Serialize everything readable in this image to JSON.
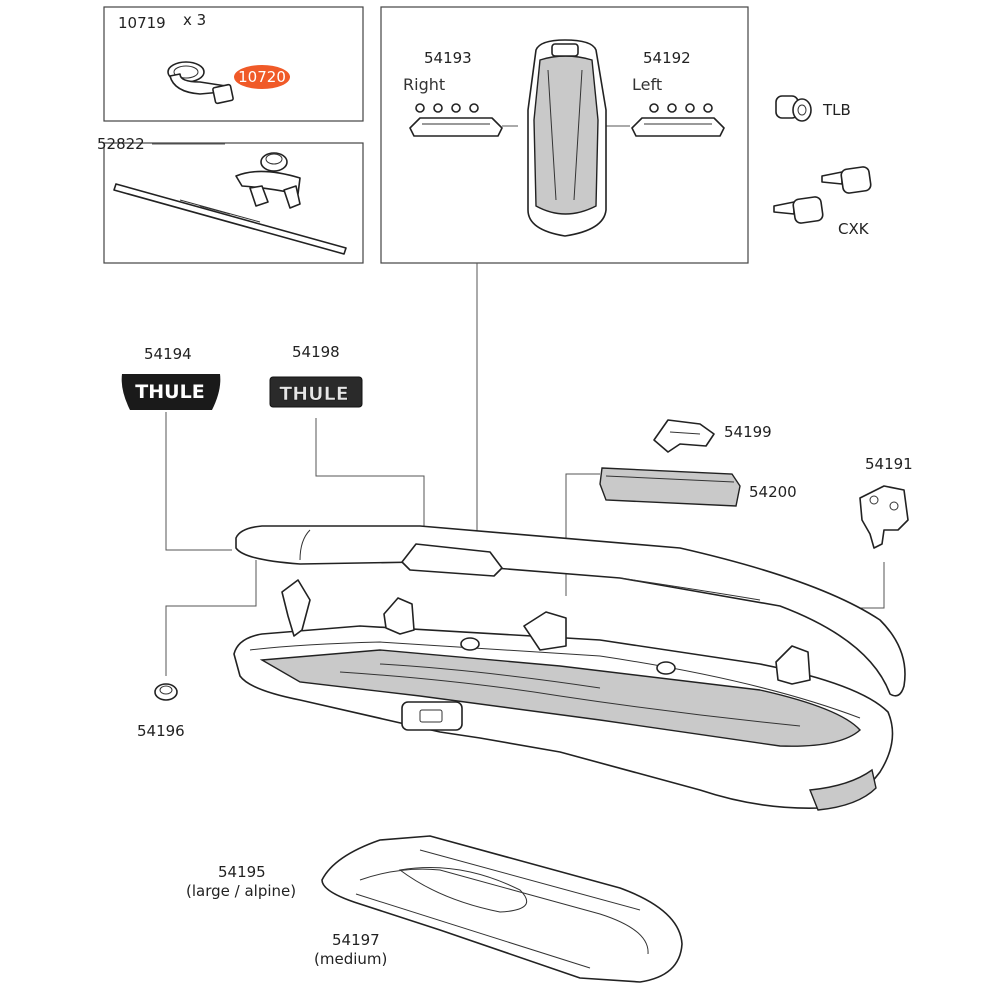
{
  "parts": {
    "p10719": {
      "number": "10719",
      "qty": "x 3"
    },
    "p10720": {
      "number": "10720",
      "color": "#f05a28"
    },
    "p52822": {
      "number": "52822"
    },
    "p54193": {
      "number": "54193",
      "side": "Right"
    },
    "p54192": {
      "number": "54192",
      "side": "Left"
    },
    "tlb": {
      "label": "TLB"
    },
    "cxk": {
      "label": "CXK"
    },
    "p54194": {
      "number": "54194"
    },
    "p54198": {
      "number": "54198"
    },
    "p54199": {
      "number": "54199"
    },
    "p54200": {
      "number": "54200"
    },
    "p54191": {
      "number": "54191"
    },
    "p54196": {
      "number": "54196"
    },
    "p54195": {
      "number": "54195",
      "note": "(large / alpine)"
    },
    "p54197": {
      "number": "54197",
      "note": "(medium)"
    }
  },
  "logos": {
    "black": {
      "wordmark": "THULE",
      "color": "#1a1a1a"
    },
    "silver": {
      "wordmark": "THULE",
      "color": "#2a2a2a"
    }
  },
  "icons": [
    "strap-icon",
    "mounting-bar-icon",
    "quick-grip-knob-icon",
    "handle-icon",
    "lid-icon",
    "lock-cylinder-icon",
    "key-icon",
    "logo-badge-icon",
    "cover-cap-icon",
    "end-bumper-icon",
    "hinge-icon",
    "rubber-stop-icon",
    "cargo-box-icon",
    "floor-mat-icon"
  ]
}
